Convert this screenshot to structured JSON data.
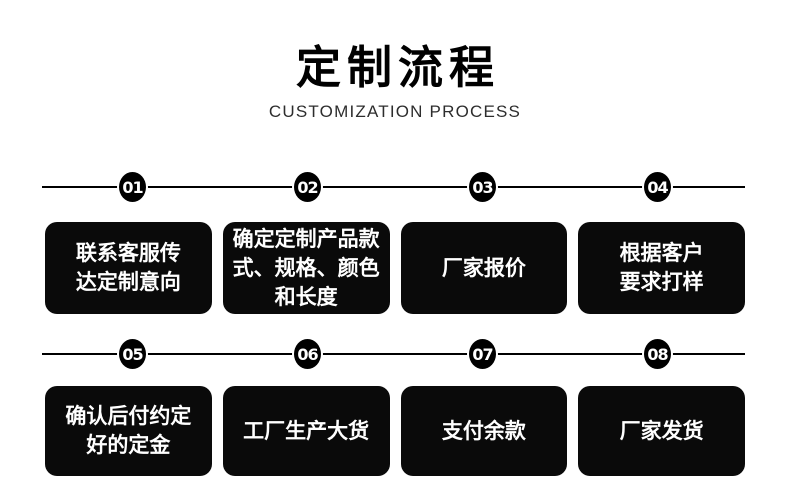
{
  "header": {
    "title": "定制流程",
    "subtitle": "CUSTOMIZATION PROCESS"
  },
  "colors": {
    "background": "#ffffff",
    "card_bg": "#0a0a0a",
    "card_text": "#ffffff",
    "badge_bg": "#000000",
    "badge_text": "#ffffff",
    "line": "#000000",
    "subtitle_text": "#2d2d2d"
  },
  "rows": [
    {
      "steps": [
        {
          "number": "01",
          "label": "联系客服传\n达定制意向"
        },
        {
          "number": "02",
          "label": "确定定制产品款\n式、规格、颜色\n和长度"
        },
        {
          "number": "03",
          "label": "厂家报价"
        },
        {
          "number": "04",
          "label": "根据客户\n要求打样"
        }
      ]
    },
    {
      "steps": [
        {
          "number": "05",
          "label": "确认后付约定\n好的定金"
        },
        {
          "number": "06",
          "label": "工厂生产大货"
        },
        {
          "number": "07",
          "label": "支付余款"
        },
        {
          "number": "08",
          "label": "厂家发货"
        }
      ]
    }
  ]
}
